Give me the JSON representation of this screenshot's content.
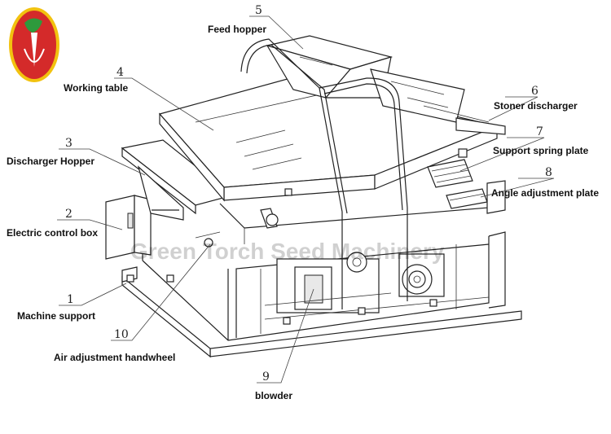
{
  "logo": {
    "name": "green-torch-logo"
  },
  "watermark": "Green Torch Seed Machinery",
  "callouts": [
    {
      "number": "1",
      "label": "Machine support"
    },
    {
      "number": "2",
      "label": "Electric control box"
    },
    {
      "number": "3",
      "label": "Discharger Hopper"
    },
    {
      "number": "4",
      "label": "Working table"
    },
    {
      "number": "5",
      "label": "Feed hopper"
    },
    {
      "number": "6",
      "label": "Stoner discharger"
    },
    {
      "number": "7",
      "label": "Support spring plate"
    },
    {
      "number": "8",
      "label": "Angle adjustment plate"
    },
    {
      "number": "9",
      "label": "blowder"
    },
    {
      "number": "10",
      "label": "Air adjustment handwheel"
    }
  ],
  "colors": {
    "logo_red": "#d42a2a",
    "logo_yellow": "#f2c20f",
    "logo_green": "#2e9a3c",
    "line": "#222222"
  }
}
